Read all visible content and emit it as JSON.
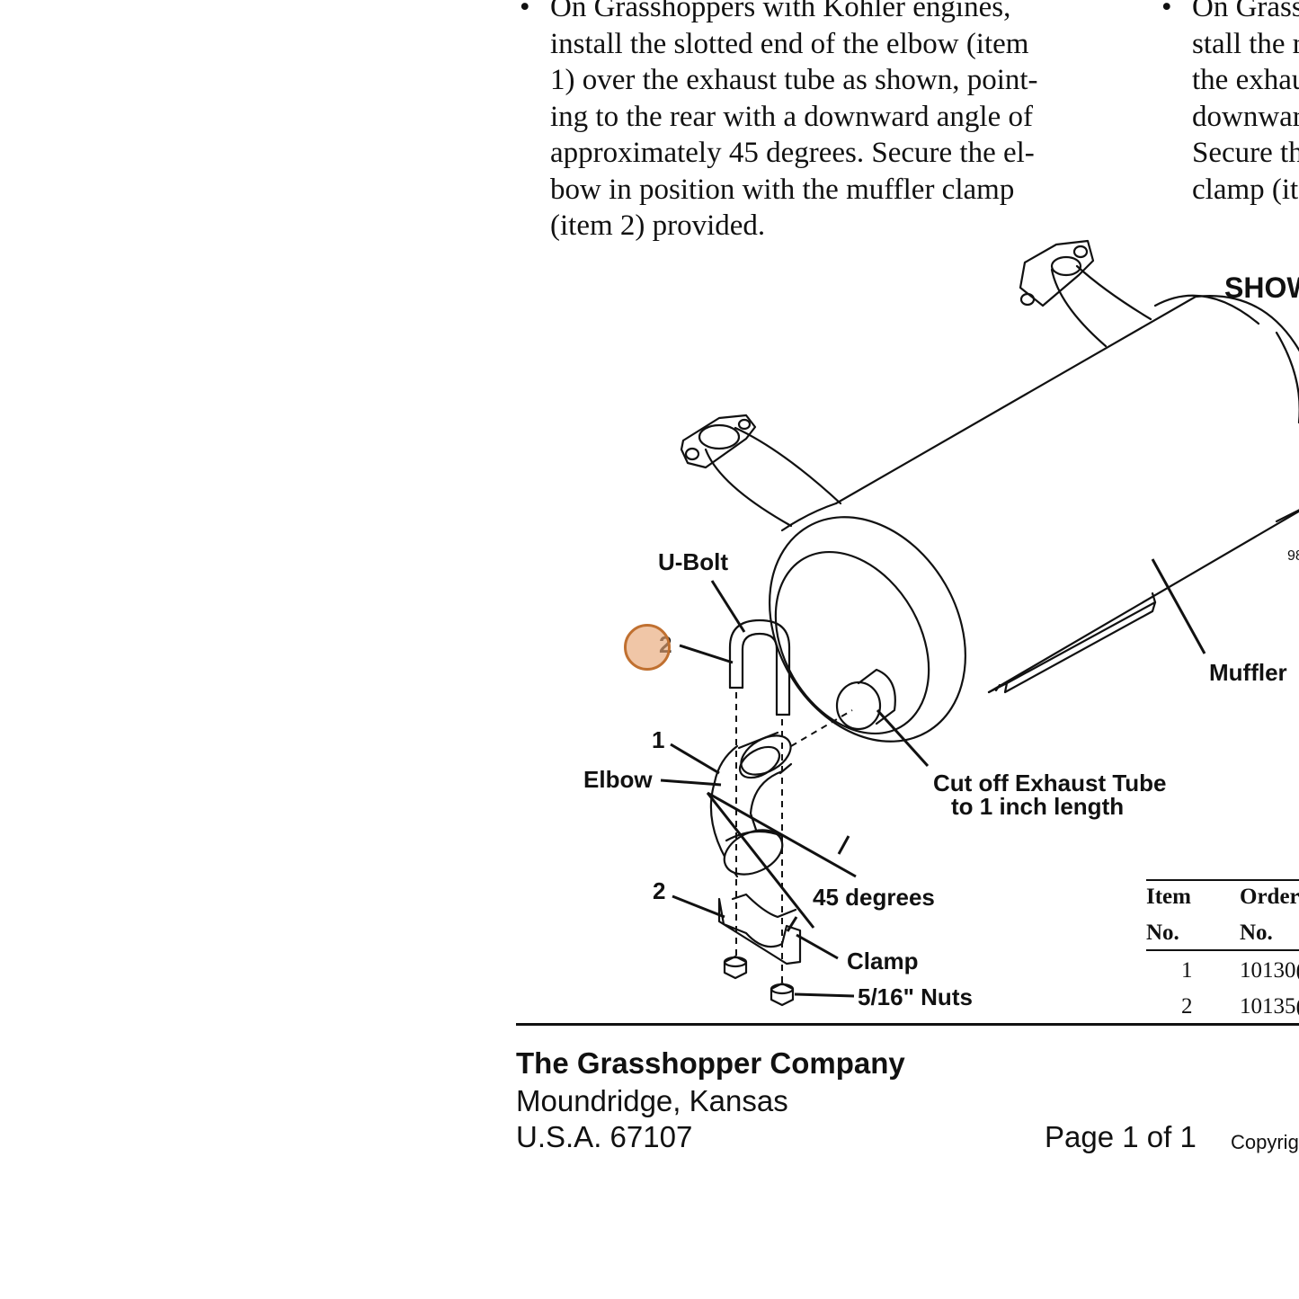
{
  "instructions": {
    "col1": {
      "bullet": "•",
      "lines": [
        "On Grasshoppers with Kohler engines,",
        "install the slotted end of the elbow (item",
        "1) over the exhaust tube as shown, point-",
        "ing to the rear with a downward angle of",
        "approximately 45 degrees.  Secure the el-",
        "bow in position with the muffler clamp",
        "(item 2) provided."
      ]
    },
    "col2": {
      "bullet": "•",
      "lines": [
        "On Grass",
        "stall the r",
        "the exhau",
        "downwar",
        "Secure th",
        "clamp (ite"
      ]
    }
  },
  "diagram": {
    "show_heading": "SHOW",
    "part_code": "98",
    "labels": {
      "ubolt": "U-Bolt",
      "item2_top": "2",
      "item1": "1",
      "elbow": "Elbow",
      "cut_off_1": "Cut off Exhaust Tube",
      "cut_off_2": "to 1 inch length",
      "degrees": "45 degrees",
      "item2_bottom": "2",
      "clamp": "Clamp",
      "nuts": "5/16\" Nuts",
      "muffler": "Muffler"
    }
  },
  "parts_table": {
    "headers": {
      "item_1": "Item",
      "item_2": "No.",
      "order_1": "Order",
      "order_2": "No."
    },
    "rows": [
      {
        "item": "1",
        "order": "10130("
      },
      {
        "item": "2",
        "order": "10135("
      }
    ]
  },
  "footer": {
    "company": "The Grasshopper Company",
    "city": "Moundridge, Kansas",
    "country_zip": "U.S.A. 67107",
    "page": "Page 1 of 1",
    "copyright": "Copyrig"
  },
  "colors": {
    "ink": "#111111",
    "marker_fill": "#e8a878",
    "marker_stroke": "#c07030"
  }
}
